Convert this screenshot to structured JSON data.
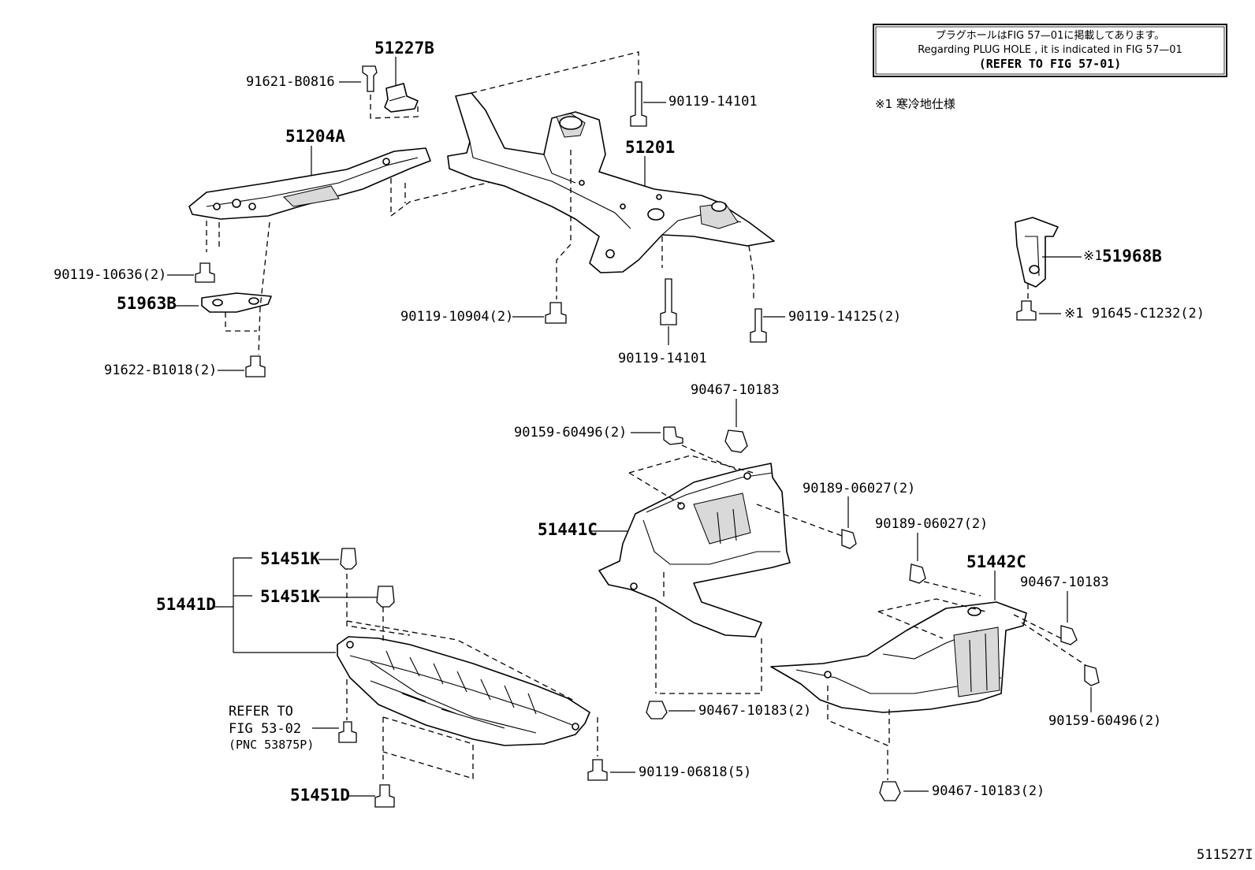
{
  "note": {
    "line1": "プラグホールはFIG 57—01に掲載してあります。",
    "line2": "Regarding PLUG HOLE , it is indicated in FIG 57—01",
    "line3": "(REFER TO FIG 57-01)"
  },
  "footnote": "※1 寒冷地仕様",
  "diagram_id": "511527I",
  "parts": {
    "p51227B": "51227B",
    "p91621_B0816": "91621-B0816",
    "p90119_14101_top": "90119-14101",
    "p51204A": "51204A",
    "p51201": "51201",
    "p90119_10636": "90119-10636(2)",
    "p51963B": "51963B",
    "p91622_B1018": "91622-B1018(2)",
    "p90119_10904": "90119-10904(2)",
    "p90119_14125": "90119-14125(2)",
    "p90119_14101_bot": "90119-14101",
    "p51968B": "51968B",
    "p51968B_mark": "※1",
    "p91645_C1232": "※1 91645-C1232(2)",
    "p90467_10183_a": "90467-10183",
    "p90159_60496_a": "90159-60496(2)",
    "p90189_06027_a": "90189-06027(2)",
    "p90189_06027_b": "90189-06027(2)",
    "p51441C": "51441C",
    "p51442C": "51442C",
    "p90467_10183_b": "90467-10183",
    "p51451K_a": "51451K",
    "p51451K_b": "51451K",
    "p51441D": "51441D",
    "p90159_60496_b": "90159-60496(2)",
    "p90467_10183_c": "90467-10183(2)",
    "refer1": "REFER TO",
    "refer2": "FIG 53-02",
    "refer3": "(PNC 53875P)",
    "p90119_06818": "90119-06818(5)",
    "p51451D": "51451D",
    "p90467_10183_d": "90467-10183(2)"
  }
}
